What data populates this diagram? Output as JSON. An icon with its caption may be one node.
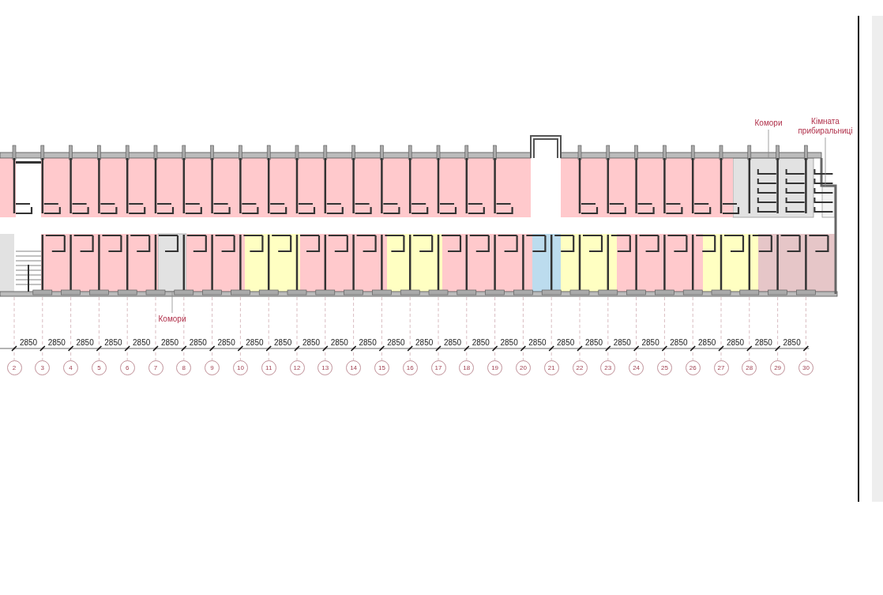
{
  "diagram": {
    "nodes": [
      {
        "text": [
          "Комори"
        ]
      },
      {
        "text": [],
        "shape": "box"
      },
      {
        "text": [
          "Кімната прибиральниці"
        ]
      },
      {
        "text": [],
        "shape": "box"
      },
      {
        "text": [
          "Комори"
        ]
      },
      {
        "text": [],
        "shape": "box"
      }
    ],
    "edges": [
      {
        "from": 0,
        "to": 1,
        "arrow": "none"
      },
      {
        "from": 2,
        "to": 3,
        "arrow": "none"
      },
      {
        "from": 4,
        "to": 5,
        "arrow": "none"
      }
    ],
    "labels": [
      "2850",
      "2850",
      "2850",
      "2850",
      "2850",
      "2850",
      "2850",
      "2850",
      "2850",
      "2850",
      "2850",
      "2850",
      "2850",
      "2850",
      "2850",
      "2850",
      "2850",
      "2850",
      "2850",
      "2850",
      "2850",
      "2850",
      "2850",
      "2850",
      "2850",
      "2850",
      "2850",
      "2850",
      "2",
      "3",
      "4",
      "5",
      "6",
      "7",
      "8",
      "9",
      "10",
      "11",
      "12",
      "13",
      "14",
      "15",
      "16",
      "17",
      "18",
      "19",
      "20",
      "21",
      "22",
      "23",
      "24",
      "25",
      "26",
      "27",
      "28",
      "29",
      "30"
    ]
  }
}
